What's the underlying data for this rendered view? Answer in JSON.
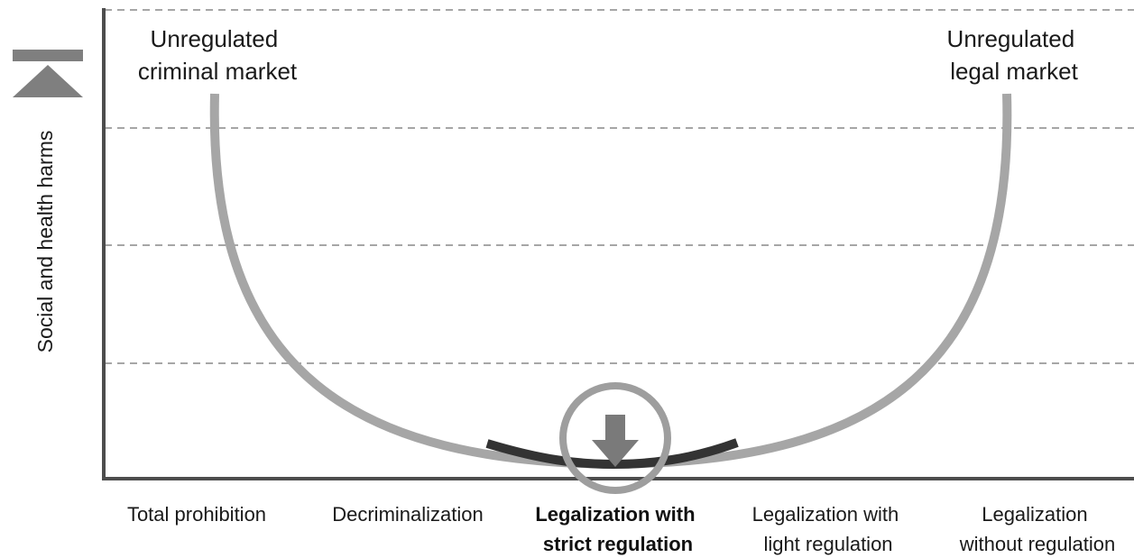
{
  "y_axis_label": "Social and health harms",
  "curve_labels": {
    "left": [
      "Unregulated",
      "criminal market"
    ],
    "right": [
      "Unregulated",
      "legal market"
    ]
  },
  "categories": [
    {
      "lines": [
        "Total prohibition"
      ],
      "highlight": false
    },
    {
      "lines": [
        "Decriminalization"
      ],
      "highlight": false
    },
    {
      "lines": [
        "Legalization with",
        "strict regulation"
      ],
      "highlight": true
    },
    {
      "lines": [
        "Legalization with",
        "light regulation"
      ],
      "highlight": false
    },
    {
      "lines": [
        "Legalization",
        "without regulation"
      ],
      "highlight": false
    }
  ],
  "colors": {
    "axis": "#4d4d4d",
    "gridline": "#a6a6a6",
    "curve": "#a6a6a6",
    "curve_optimal": "#333333",
    "marker": "#9e9e9e",
    "arrow": "#7a7a7a",
    "icon": "#7f7f7f"
  },
  "icons": {
    "harm_level": "maximum-harm-icon",
    "optimum": "down-arrow-icon"
  }
}
